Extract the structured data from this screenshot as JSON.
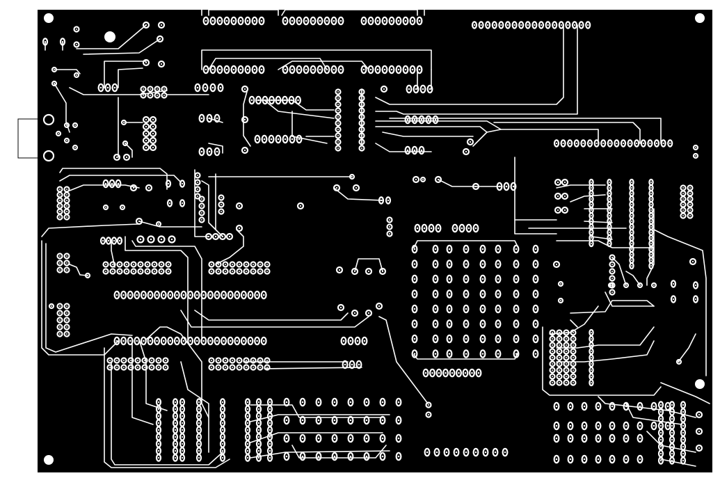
{
  "board": {
    "background": "#000000",
    "copper_color": "#ffffff",
    "edge_connector_color": "#000000"
  },
  "icons": {
    "mounting_hole": "filled-circle",
    "pad": "ring-with-drill",
    "connector": "rectangle-outline"
  }
}
